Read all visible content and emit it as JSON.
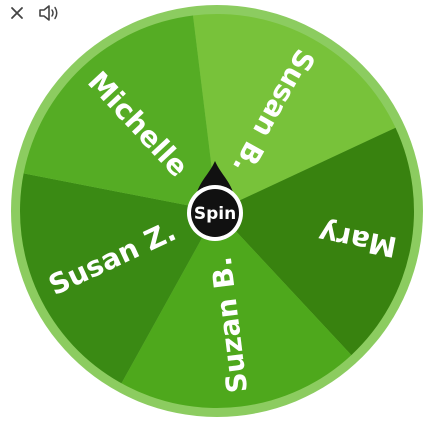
{
  "controls": {
    "close_icon": "close-icon",
    "sound_icon": "speaker-icon"
  },
  "wheel": {
    "spin_label": "Spin",
    "colors": {
      "rim": "#8ccc60",
      "pointer": "#111111",
      "text": "#ffffff"
    },
    "slices": [
      {
        "label": "Susan B.",
        "color": "#78c23a"
      },
      {
        "label": "Mary",
        "color": "#38820f"
      },
      {
        "label": "Suzan B.",
        "color": "#4ea81c"
      },
      {
        "label": "Susan Z.",
        "color": "#3a8a14"
      },
      {
        "label": "Michelle",
        "color": "#55ac24"
      }
    ]
  }
}
